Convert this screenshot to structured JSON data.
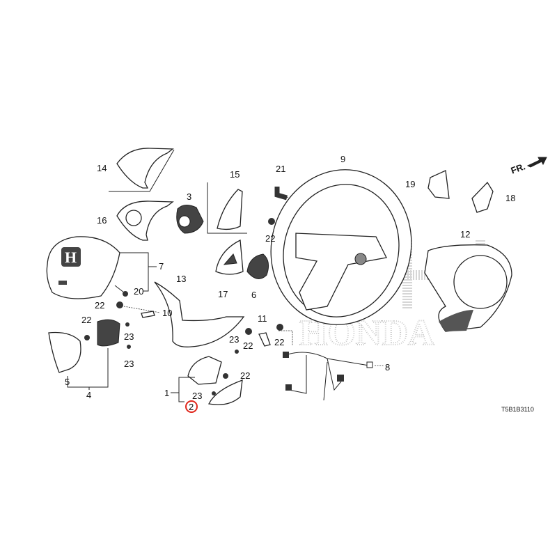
{
  "diagram": {
    "code": "T5B1B3110",
    "direction_label": "FR.",
    "watermark": "HONDA",
    "highlight_color": "#e0261b",
    "highlighted_part": "2",
    "labels": {
      "p1": "1",
      "p2": "2",
      "p3": "3",
      "p4": "4",
      "p5": "5",
      "p6": "6",
      "p7": "7",
      "p8": "8",
      "p9": "9",
      "p10": "10",
      "p11": "11",
      "p12": "12",
      "p13": "13",
      "p14": "14",
      "p15": "15",
      "p16": "16",
      "p17": "17",
      "p18": "18",
      "p19": "19",
      "p20": "20",
      "p21": "21",
      "p22": "22",
      "p23": "23"
    }
  }
}
